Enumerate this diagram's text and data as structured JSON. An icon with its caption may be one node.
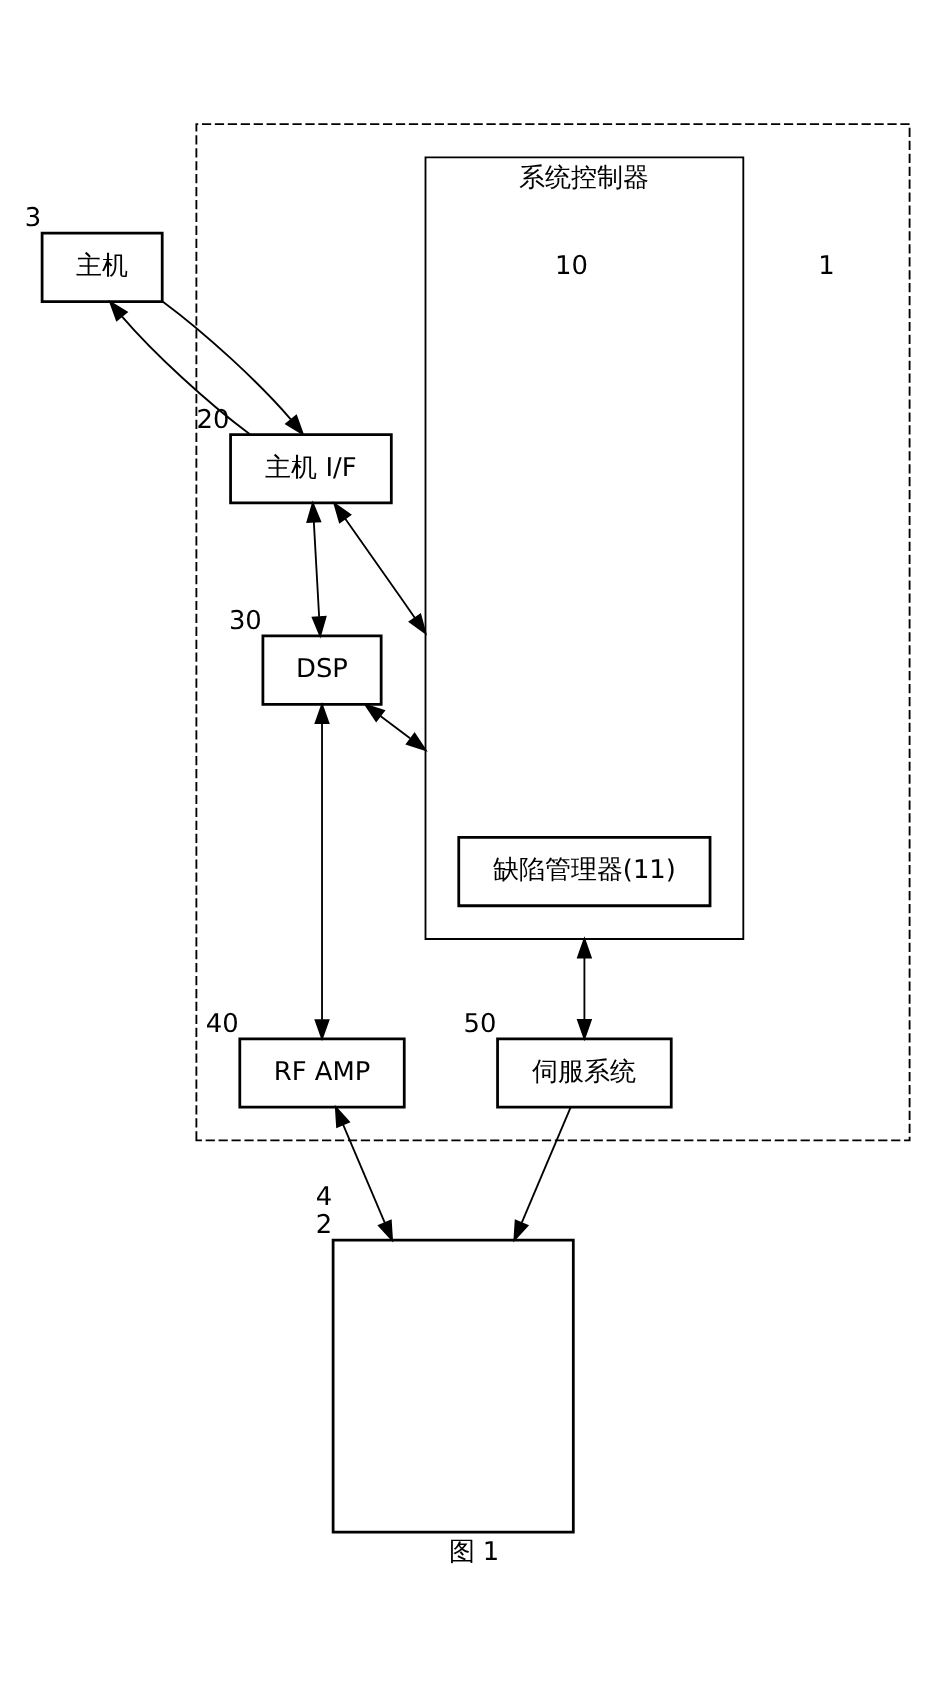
{
  "diagram": {
    "caption": "图 1",
    "nodes": [
      {
        "text": [
          "主机"
        ],
        "beside": [
          "3"
        ]
      },
      {
        "text": [],
        "shape": "box",
        "beside": [
          "1"
        ]
      },
      {
        "text": [
          "主机 I/F"
        ],
        "in": 1,
        "beside": [
          "20"
        ]
      },
      {
        "text": [
          "系统控制器"
        ],
        "in": 1,
        "beside": [
          "10"
        ]
      },
      {
        "text": [
          "缺陷管理器(11)"
        ],
        "in": 3
      },
      {
        "text": [
          "DSP"
        ],
        "in": 1,
        "beside": [
          "30"
        ]
      },
      {
        "text": [
          "RF AMP"
        ],
        "in": 1,
        "beside": [
          "40"
        ]
      },
      {
        "text": [
          "伺服系统"
        ],
        "in": 1,
        "beside": [
          "50"
        ]
      },
      {
        "text": [],
        "shape": "box",
        "beside": [
          "4",
          "2"
        ]
      }
    ],
    "edges": [
      {
        "from": 0,
        "to": 2,
        "arrow": "to"
      },
      {
        "from": 2,
        "to": 0,
        "arrow": "to"
      },
      {
        "from": 2,
        "to": 3,
        "arrow": "both"
      },
      {
        "from": 2,
        "to": 5,
        "arrow": "both"
      },
      {
        "from": 5,
        "to": 3,
        "arrow": "both"
      },
      {
        "from": 5,
        "to": 6,
        "arrow": "both"
      },
      {
        "from": 3,
        "to": 7,
        "arrow": "both"
      },
      {
        "from": 6,
        "to": 8,
        "arrow": "both"
      },
      {
        "from": 7,
        "to": 8,
        "arrow": "to"
      }
    ]
  }
}
